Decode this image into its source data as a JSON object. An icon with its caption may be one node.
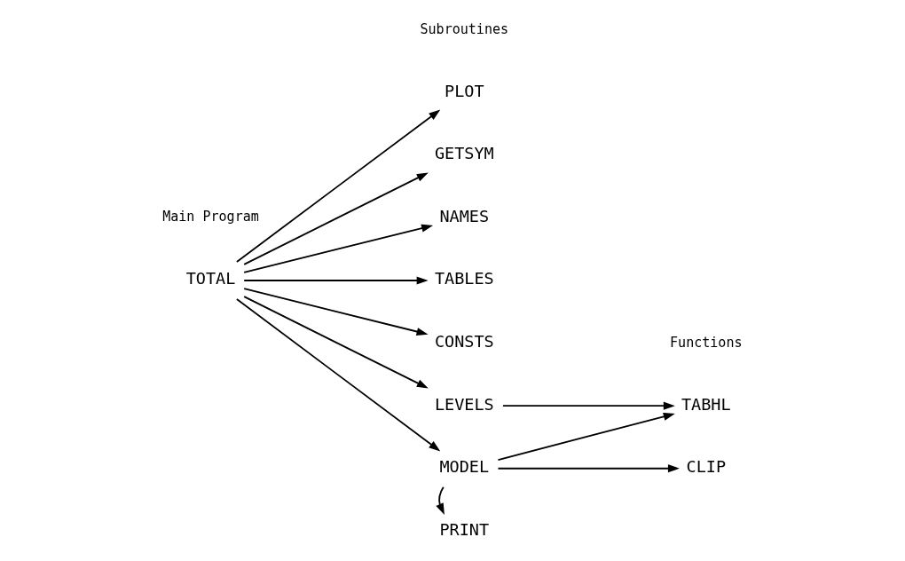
{
  "diagram": {
    "nodes": [
      {
        "text": [
          "TOTAL"
        ]
      },
      {
        "text": [
          "PLOT"
        ]
      },
      {
        "text": [
          "GETSYM"
        ]
      },
      {
        "text": [
          "NAMES"
        ]
      },
      {
        "text": [
          "TABLES"
        ]
      },
      {
        "text": [
          "CONSTS"
        ]
      },
      {
        "text": [
          "LEVELS"
        ]
      },
      {
        "text": [
          "MODEL"
        ]
      },
      {
        "text": [
          "PRINT"
        ]
      },
      {
        "text": [
          "TABHL"
        ]
      },
      {
        "text": [
          "CLIP"
        ]
      }
    ],
    "edges": [
      {
        "from": 0,
        "to": 1,
        "arrow": "to"
      },
      {
        "from": 0,
        "to": 2,
        "arrow": "to"
      },
      {
        "from": 0,
        "to": 3,
        "arrow": "to"
      },
      {
        "from": 0,
        "to": 4,
        "arrow": "to"
      },
      {
        "from": 0,
        "to": 5,
        "arrow": "to"
      },
      {
        "from": 0,
        "to": 6,
        "arrow": "to"
      },
      {
        "from": 0,
        "to": 7,
        "arrow": "to"
      },
      {
        "from": 6,
        "to": 9,
        "arrow": "to"
      },
      {
        "from": 7,
        "to": 9,
        "arrow": "to"
      },
      {
        "from": 7,
        "to": 10,
        "arrow": "to"
      },
      {
        "from": 7,
        "to": 8,
        "arrow": "to"
      }
    ],
    "labels": [
      "Main Program",
      "Subroutines",
      "Functions"
    ]
  }
}
